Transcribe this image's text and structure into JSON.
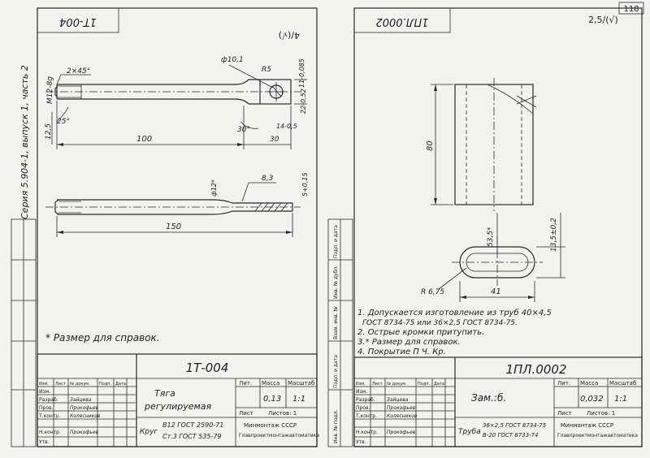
{
  "page": {
    "page_number": "118",
    "series": "Серия 5.904-1, выпуск 1, часть 2"
  },
  "left_sheet": {
    "corner_code": "1Т-004",
    "roughness": "4/(√)",
    "dims": {
      "chamfer": "2×45°",
      "thread": "М12-8g",
      "d_12_5": "12,5",
      "a_25": "25°",
      "len_100": "100",
      "d_10_1": "ф10,1",
      "r_5": "R5",
      "w_11": "11-0,085",
      "t_22": "22-0,52",
      "t_14": "14-0,5",
      "a_30": "30°",
      "len_30": "30",
      "d_12": "ф12*",
      "s_8_3": "8,3",
      "t_5": "5+0,15",
      "len_150": "150"
    },
    "note": "* Размер для справок.",
    "title_block": {
      "designation": "1Т-004",
      "name_line1": "Тяга",
      "name_line2": "регулируемая",
      "material_line1": "В12 ГОСТ 2590-71",
      "material_line2": "Ст.3 ГОСТ 535-79",
      "material_prefix": "Круг",
      "head_lit": "Лит.",
      "head_mass": "Масса",
      "head_scale": "Масштаб",
      "mass": "0,13",
      "scale": "1:1",
      "sheet": "Лист",
      "sheets": "Листов: 1",
      "org1": "Минмонтаж СССР",
      "org2": "Главпроектмонтажавтоматика",
      "roles": [
        "Изм.",
        "Разраб.",
        "Пров.",
        "Т.контр.",
        "Н.контр.",
        "Утв."
      ],
      "names": [
        "",
        "Зайцева",
        "Прокофьев",
        "Колесников",
        "Прокофьев",
        ""
      ],
      "col_heads": [
        "Изм.",
        "Лист",
        "№ докум.",
        "Подп.",
        "Дата"
      ]
    }
  },
  "right_sheet": {
    "corner_code": "1ПЛ.0002",
    "roughness": "2,5/(√)",
    "dims": {
      "h_80": "80",
      "h_53_5": "53,5*",
      "h_13_5": "13,5±0,2",
      "r_6_75": "R 6,75",
      "w_41": "41"
    },
    "notes": [
      "1. Допускается изготовление из труб 40×4,5",
      "ГОСТ 8734-75 или 36×2,5 ГОСТ 8734-75.",
      "2. Острые кромки притупить.",
      "3.* Размер для справок.",
      "4. Покрытие П Ч. Кр."
    ],
    "title_block": {
      "designation": "1ПЛ.0002",
      "name_line1": "Зам.:б.",
      "material_prefix": "Труба",
      "material_line1": "36×2,5 ГОСТ 8734-75",
      "material_line2": "В-20 ГОСТ 8733-74",
      "head_lit": "Лит.",
      "head_mass": "Масса",
      "head_scale": "Масштаб",
      "mass": "0,032",
      "scale": "1:1",
      "sheet": "Лист",
      "sheets": "Листов: 1",
      "org1": "Минмонтаж СССР",
      "org2": "Главпроектмонтажавтоматика",
      "roles": [
        "Изм.",
        "Разраб.",
        "Пров.",
        "Т.контр.",
        "Н.контр.",
        "Утв."
      ],
      "names": [
        "",
        "Зайцева",
        "Прокофьев",
        "Колесников",
        "Прокофьев",
        ""
      ],
      "col_heads": [
        "Изм.",
        "Лист",
        "№ докум.",
        "Подп.",
        "Дата"
      ]
    }
  },
  "side_strip": {
    "labels": [
      "Инв. № подл.",
      "Подп. и дата",
      "Взам. инв. №",
      "Инв. № дубл.",
      "Подп. и дата"
    ]
  }
}
